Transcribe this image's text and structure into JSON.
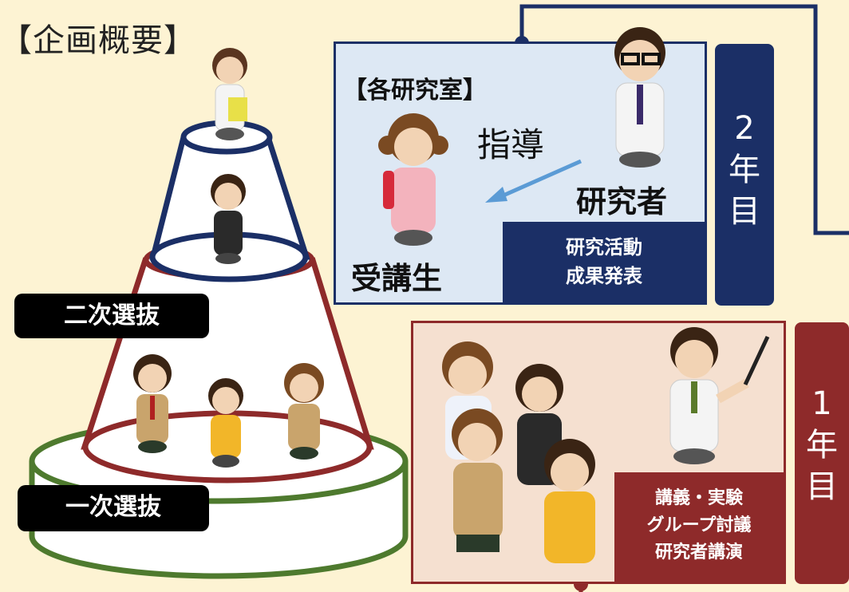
{
  "title": "【企画概要】",
  "stage2": {
    "lab_title": "【各研究室】",
    "guidance": "指導",
    "researcher": "研究者",
    "student": "受講生",
    "activities": [
      "研究活動",
      "成果発表"
    ],
    "year_chars": [
      "2",
      "年",
      "目"
    ],
    "color": "#1b2f66"
  },
  "stage1": {
    "activities": [
      "講義・実験",
      "グループ討議",
      "研究者講演"
    ],
    "year_chars": [
      "1",
      "年",
      "目"
    ],
    "color": "#8e2a2a"
  },
  "selection": {
    "second": "二次選抜",
    "first": "一次選抜"
  },
  "colors": {
    "background": "#fdf3d3",
    "tier_green": "#4e7a2e",
    "tier_red": "#8e2a2a",
    "tier_navy": "#1b2f66",
    "arrow": "#5b9bd5"
  }
}
